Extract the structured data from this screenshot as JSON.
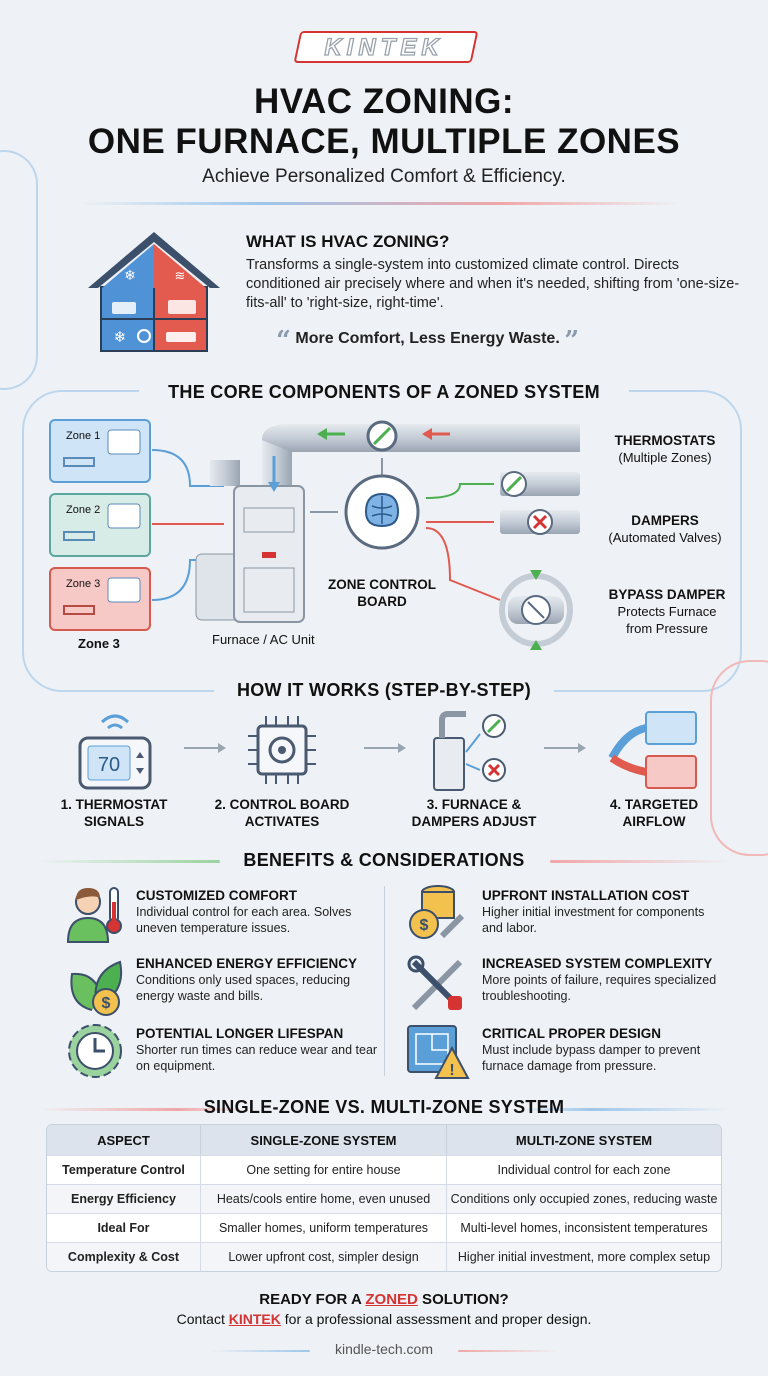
{
  "brand": {
    "logo_text": "KINTEK",
    "accent_red": "#d63333",
    "accent_blue": "#5a9fd8",
    "accent_green": "#4caf50"
  },
  "header": {
    "title_line1": "HVAC ZONING:",
    "title_line2": "ONE FURNACE, MULTIPLE ZONES",
    "subtitle": "Achieve Personalized Comfort & Efficiency."
  },
  "what_is": {
    "heading": "WHAT IS HVAC ZONING?",
    "body": "Transforms a single-system into customized climate control. Directs conditioned air precisely where and when it's needed, shifting from 'one-size-fits-all' to 'right-size, right-time'.",
    "quote": "More Comfort, Less Energy Waste.",
    "icon": "house-zones-icon"
  },
  "components": {
    "heading": "THE CORE COMPONENTS OF A ZONED SYSTEM",
    "zones": [
      "Zone 1",
      "Zone 2",
      "Zone 3"
    ],
    "zone_caption": "Zone 3",
    "furnace_label": "Furnace / AC Unit",
    "control_board_line1": "ZONE CONTROL",
    "control_board_line2": "BOARD",
    "thermostats_title": "THERMOSTATS",
    "thermostats_sub": "(Multiple Zones)",
    "dampers_title": "DAMPERS",
    "dampers_sub": "(Automated Valves)",
    "bypass_title": "BYPASS DAMPER",
    "bypass_sub1": "Protects Furnace",
    "bypass_sub2": "from Pressure"
  },
  "how_it_works": {
    "heading": "HOW IT WORKS (STEP-BY-STEP)",
    "thermostat_display": "70",
    "steps": [
      {
        "line1": "1. THERMOSTAT",
        "line2": "SIGNALS"
      },
      {
        "line1": "2. CONTROL BOARD",
        "line2": "ACTIVATES"
      },
      {
        "line1": "3. FURNACE &",
        "line2": "DAMPERS ADJUST"
      },
      {
        "line1": "4. TARGETED",
        "line2": "AIRFLOW"
      }
    ]
  },
  "benefits": {
    "heading": "BENEFITS & CONSIDERATIONS",
    "pros": [
      {
        "title": "CUSTOMIZED COMFORT",
        "text": "Individual control for each area. Solves uneven temperature issues.",
        "icon": "person-thermometer-icon"
      },
      {
        "title": "ENHANCED ENERGY EFFICIENCY",
        "text": "Conditions only used spaces, reducing energy waste and bills.",
        "icon": "leaf-dollar-icon"
      },
      {
        "title": "POTENTIAL LONGER LIFESPAN",
        "text": "Shorter run times can reduce wear and tear on equipment.",
        "icon": "gear-clock-icon"
      }
    ],
    "cons": [
      {
        "title": "UPFRONT INSTALLATION COST",
        "text": "Higher initial investment for components and labor.",
        "icon": "coins-wrench-icon"
      },
      {
        "title": "INCREASED SYSTEM COMPLEXITY",
        "text": "More points of failure, requires specialized troubleshooting.",
        "icon": "tools-icon"
      },
      {
        "title": "CRITICAL PROPER DESIGN",
        "text": "Must include bypass damper to prevent furnace damage from pressure.",
        "icon": "blueprint-warning-icon"
      }
    ]
  },
  "comparison": {
    "heading": "SINGLE-ZONE VS. MULTI-ZONE SYSTEM",
    "columns": [
      "ASPECT",
      "SINGLE-ZONE SYSTEM",
      "MULTI-ZONE SYSTEM"
    ],
    "rows": [
      [
        "Temperature Control",
        "One setting for entire house",
        "Individual control for each zone"
      ],
      [
        "Energy Efficiency",
        "Heats/cools entire home, even unused",
        "Conditions only occupied zones, reducing waste"
      ],
      [
        "Ideal For",
        "Smaller homes, uniform temperatures",
        "Multi-level homes, inconsistent temperatures"
      ],
      [
        "Complexity & Cost",
        "Lower upfront cost, simpler design",
        "Higher initial investment, more complex setup"
      ]
    ]
  },
  "footer": {
    "cta_pre": "READY FOR A ",
    "cta_highlight": "ZONED",
    "cta_post": " SOLUTION?",
    "contact_pre": "Contact ",
    "contact_brand": "KINTEK",
    "contact_post": " for a professional assessment and proper design.",
    "url": "kindle-tech.com"
  }
}
